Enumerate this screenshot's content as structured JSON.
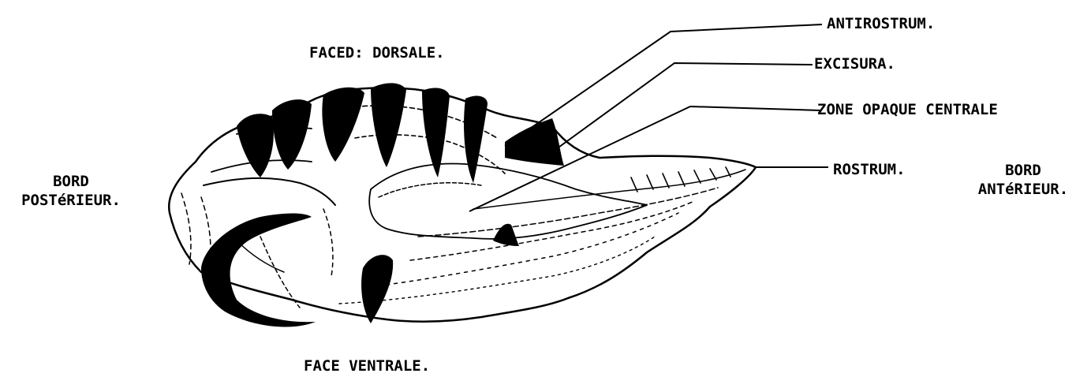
{
  "labels": {
    "face_dorsale": "FACED: DORSALE.",
    "face_ventrale": "FACE VENTRALE.",
    "bord_posterieur_line1": "BORD",
    "bord_posterieur_line2": "POSTéRIEUR.",
    "bord_anterieur_line1": "BORD",
    "bord_anterieur_line2": "ANTéRIEUR.",
    "antirostrum": "ANTIROSTRUM.",
    "excisura": "EXCISURA.",
    "zone_opaque_centrale": "ZONE OPAQUE CENTRALE",
    "rostrum": "ROSTRUM."
  },
  "colors": {
    "ink": "#000000",
    "paper": "#ffffff"
  }
}
